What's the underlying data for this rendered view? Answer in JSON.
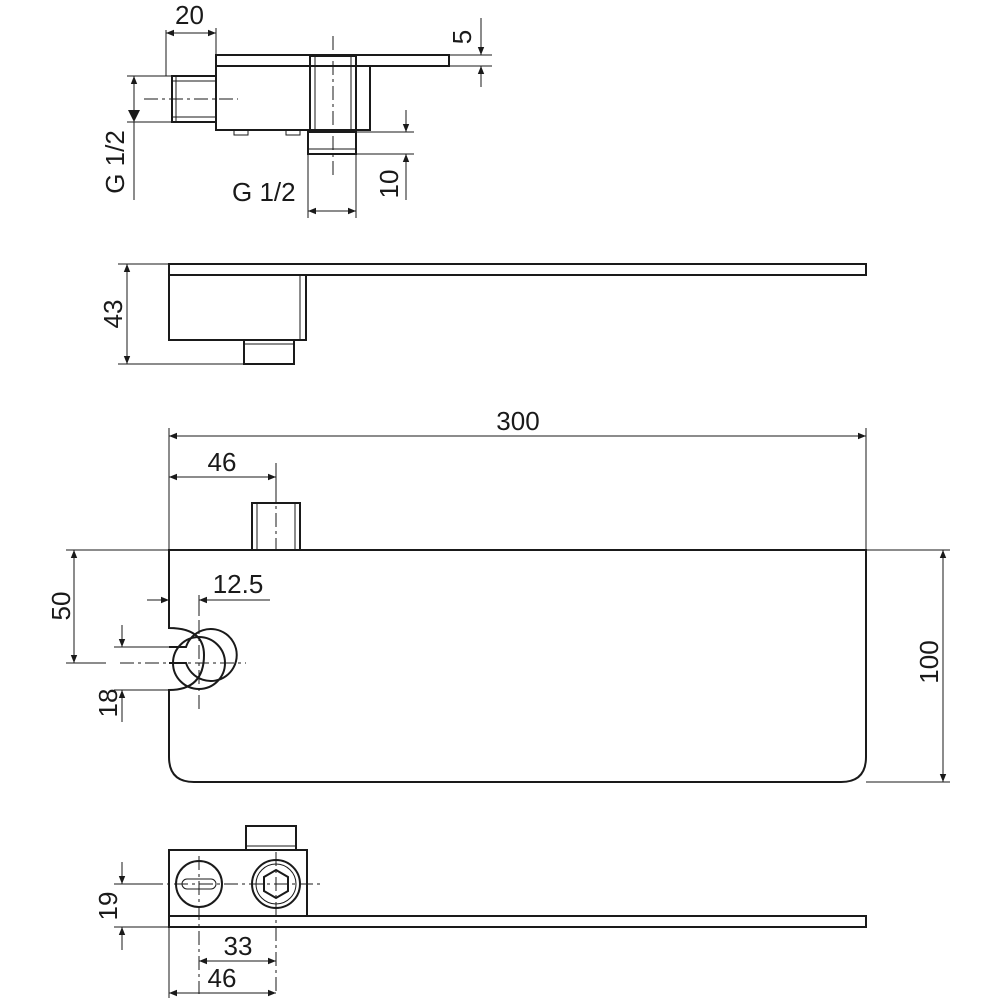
{
  "dimensions": {
    "top_width": "20",
    "top_plate_thickness": "5",
    "left_thread": "G 1/2",
    "bottom_thread": "G 1/2",
    "bottom_stub": "10",
    "side_height": "43",
    "total_length": "300",
    "pin_offset": "46",
    "hole_offset": "12.5",
    "hole_height": "50",
    "slot_width": "18",
    "plate_height": "100",
    "bottom_height": "19",
    "bottom_hole_spacing": "33",
    "bottom_offset": "46"
  }
}
